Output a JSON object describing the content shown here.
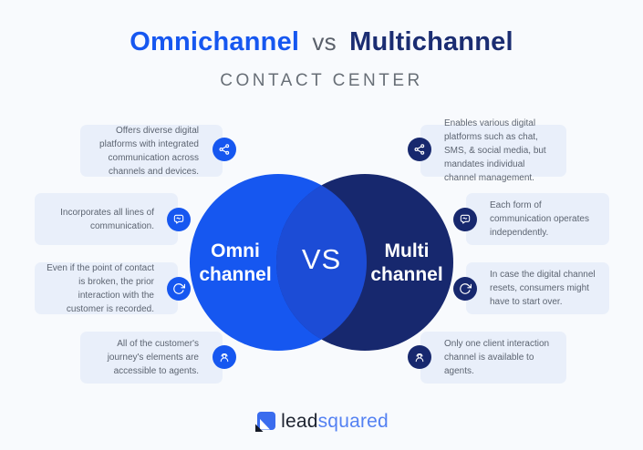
{
  "title": {
    "left": "Omnichannel",
    "middle": "vs",
    "right": "Multichannel",
    "subtitle": "CONTACT CENTER"
  },
  "venn": {
    "left_label": "Omni\nchannel",
    "vs_label": "VS",
    "right_label": "Multi\nchannel"
  },
  "left_boxes": [
    {
      "text": "Offers diverse digital platforms with integrated communication across channels and devices.",
      "icon": "share-icon"
    },
    {
      "text": "Incorporates all lines of communication.",
      "icon": "chat-icon"
    },
    {
      "text": "Even if the point of contact is broken, the prior interaction with the customer is recorded.",
      "icon": "refresh-icon"
    },
    {
      "text": "All of the customer's journey's elements are accessible to agents.",
      "icon": "agent-icon"
    }
  ],
  "right_boxes": [
    {
      "text": "Enables various digital platforms such as chat, SMS, & social media, but mandates individual channel management.",
      "icon": "share-icon"
    },
    {
      "text": "Each form of communication operates independently.",
      "icon": "chat-icon"
    },
    {
      "text": "In case the digital channel resets, consumers might have to start over.",
      "icon": "refresh-icon"
    },
    {
      "text": "Only one client interaction channel is available to agents.",
      "icon": "agent-icon"
    }
  ],
  "footer": {
    "logo_text_dark": "lead",
    "logo_text_light": "squared"
  },
  "colors": {
    "background": "#f8fafd",
    "box_background": "#e9effa",
    "bright_blue": "#1657f0",
    "navy": "#17286e",
    "overlap_blue": "#1c4cd6",
    "title_blue": "#1657f0",
    "title_navy": "#1b2d72",
    "body_text_gray": "#5c6471",
    "subtitle_gray": "#686f77",
    "logo_blue": "#3a6cee",
    "logo_fold_dark": "#141926"
  }
}
